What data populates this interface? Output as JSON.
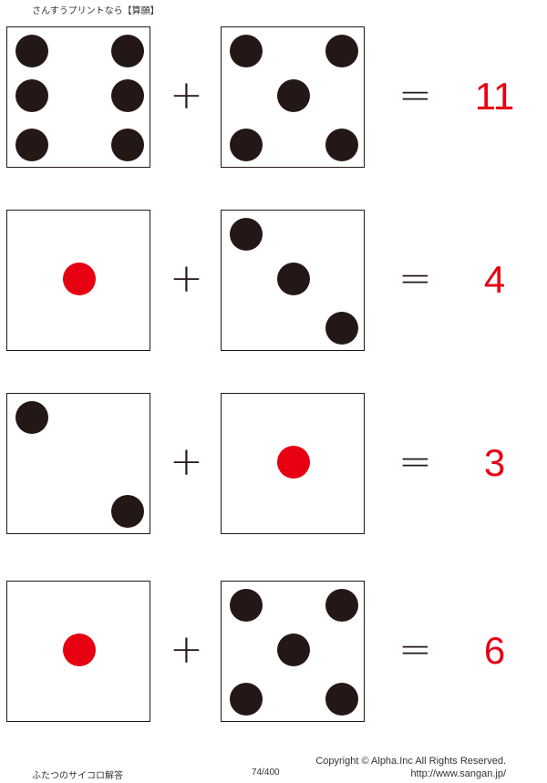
{
  "header": {
    "title": "さんすうプリントなら【算願】"
  },
  "colors": {
    "pip": "#231815",
    "one_pip": "#e60012",
    "answer": "#e60012"
  },
  "symbols": {
    "plus": "+",
    "equals": "="
  },
  "problems": [
    {
      "die_a": 6,
      "die_b": 5,
      "answer": "11"
    },
    {
      "die_a": 1,
      "die_b": 3,
      "answer": "4"
    },
    {
      "die_a": 2,
      "die_b": 1,
      "answer": "3"
    },
    {
      "die_a": 1,
      "die_b": 5,
      "answer": "6"
    }
  ],
  "footer": {
    "title": "ふたつのサイコロ解答",
    "page": "74/400",
    "copyright": "Copyright ©  Alpha.Inc All Rights Reserved.",
    "url": "http://www.sangan.jp/"
  }
}
